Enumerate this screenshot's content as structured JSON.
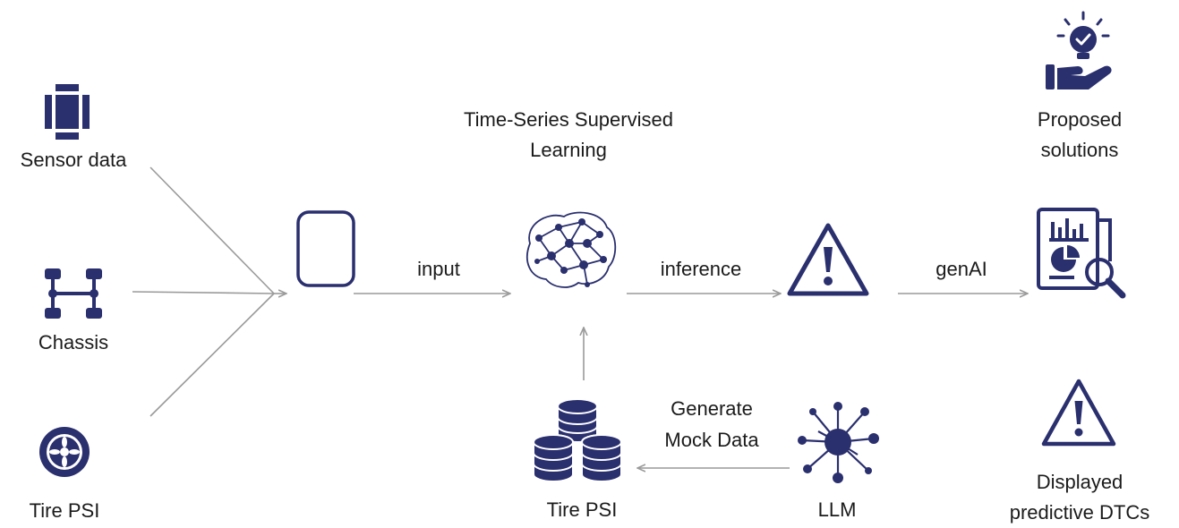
{
  "colors": {
    "icon": "#2a2f6e",
    "line": "#9a9a9a",
    "text": "#1b1b1b"
  },
  "sources": {
    "sensor": {
      "label": "Sensor data",
      "icon": "sensor-chip-icon"
    },
    "chassis": {
      "label": "Chassis",
      "icon": "chassis-axle-icon"
    },
    "tire": {
      "label": "Tire PSI",
      "icon": "tire-wheel-icon"
    }
  },
  "model": {
    "title_line1": "Time-Series Supervised",
    "title_line2": "Learning",
    "icon": "neural-brain-icon"
  },
  "edges": {
    "input": "input",
    "inference": "inference",
    "genai": "genAI",
    "generate_line1": "Generate",
    "generate_line2": "Mock Data"
  },
  "mock": {
    "label": "Tire PSI",
    "icon": "database-stack-icon"
  },
  "llm": {
    "label": "LLM",
    "icon": "llm-network-icon"
  },
  "outputs": {
    "proposed_line1": "Proposed",
    "proposed_line2": "solutions",
    "proposed_icon": "idea-hand-icon",
    "dashboard_icon": "report-analysis-icon",
    "alert_icon": "warning-triangle-icon",
    "displayed_line1": "Displayed",
    "displayed_line2": "predictive DTCs"
  }
}
